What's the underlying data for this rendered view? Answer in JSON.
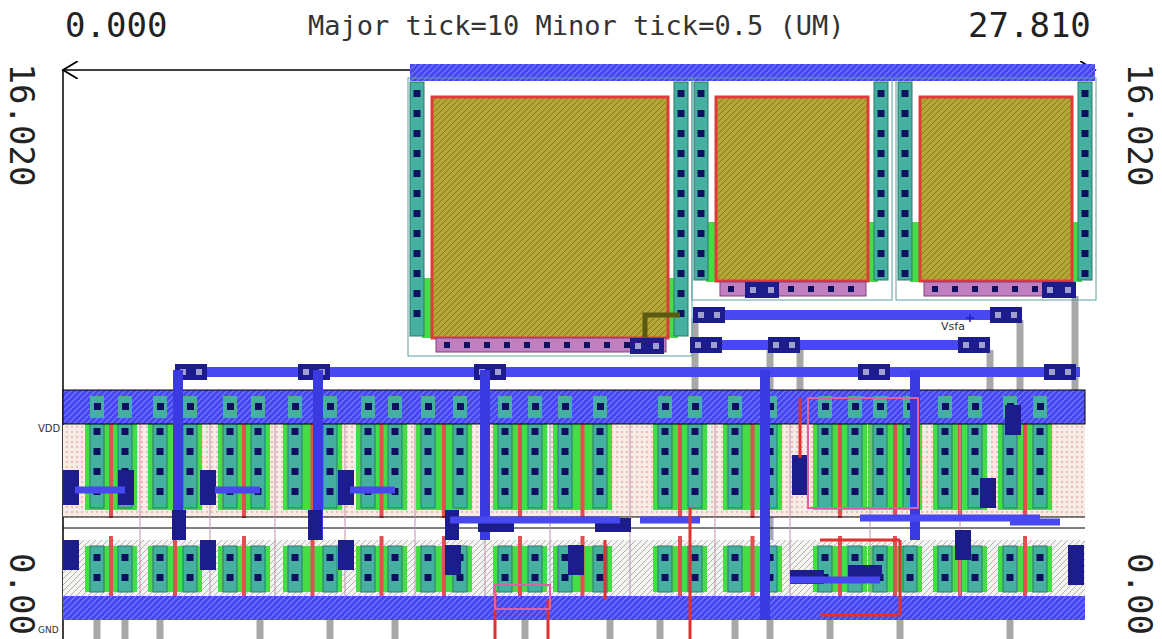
{
  "diagram": {
    "labels": [
      "0.000",
      "Major tick=10 Minor tick=0.5 (UM)",
      "27.810",
      "16.020",
      "16.020",
      "Vsfa",
      "VDD",
      "0.00",
      "0.00",
      "GND"
    ]
  }
}
